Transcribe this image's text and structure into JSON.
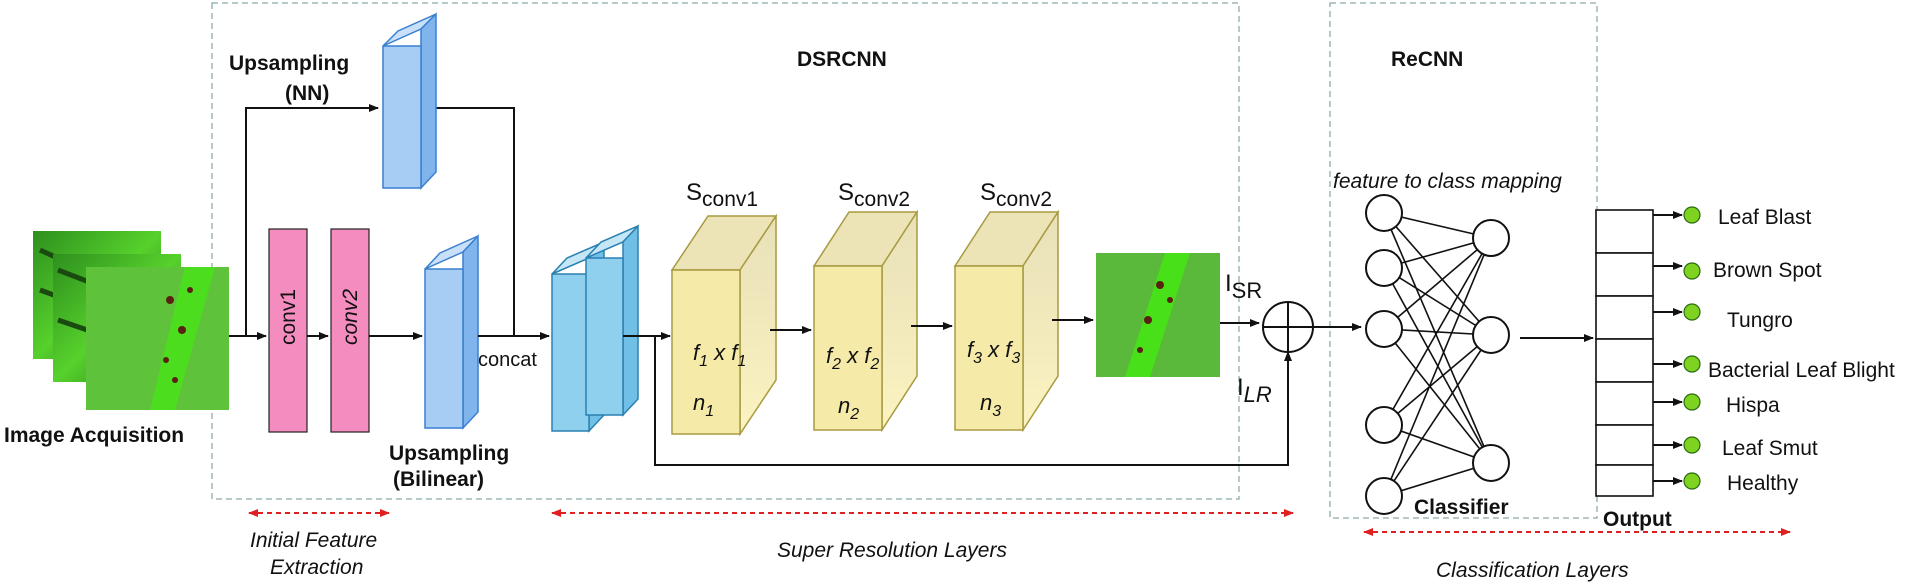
{
  "labels": {
    "image_acquisition": "Image Acquisition",
    "upsampling_nn_line1": "Upsampling",
    "upsampling_nn_line2": "(NN)",
    "dsrcnn": "DSRCNN",
    "recnn": "ReCNN",
    "conv1": "conv1",
    "conv2": "conv2",
    "concat": "concat",
    "upsampling_bilinear_line1": "Upsampling",
    "upsampling_bilinear_line2": "(Bilinear)",
    "feature_to_class": "feature to class mapping",
    "classifier": "Classifier",
    "output": "Output",
    "i_sr_base": "I",
    "i_sr_sub": "SR",
    "i_lr_base": "I",
    "i_lr_sub": "LR",
    "initial_feature_line1": "Initial Feature",
    "initial_feature_line2": "Extraction",
    "super_resolution_layers": "Super Resolution Layers",
    "classification_layers": "Classification Layers"
  },
  "sr_blocks": [
    {
      "s_base": "S",
      "s_sub": "conv1",
      "f_a": "f",
      "f_a_sub": "1",
      "x": " x ",
      "f_b": "f",
      "f_b_sub": "1",
      "n": "n",
      "n_sub": "1"
    },
    {
      "s_base": "S",
      "s_sub": "conv2",
      "f_a": "f",
      "f_a_sub": "2",
      "x": " x ",
      "f_b": "f",
      "f_b_sub": "2",
      "n": "n",
      "n_sub": "2"
    },
    {
      "s_base": "S",
      "s_sub": "conv2",
      "f_a": "f",
      "f_a_sub": "3",
      "x": " x ",
      "f_b": "f",
      "f_b_sub": "3",
      "n": "n",
      "n_sub": "3"
    }
  ],
  "classes": [
    "Leaf Blast",
    "Brown Spot",
    "Tungro",
    "Bacterial Leaf Blight",
    "Hispa",
    "Leaf Smut",
    "Healthy"
  ],
  "colors": {
    "conv_pink": "#f48cbf",
    "upsample_blue": "#a8cdf5",
    "concat_blue": "#8fd0ee",
    "sr_block": "#f5eaa8",
    "sr_block_side": "#d8c672",
    "output_dot": "#7ed321",
    "leaf_green": "#3ec21b",
    "dashed_red": "#e02020",
    "box_border": "#9fb5b5"
  }
}
